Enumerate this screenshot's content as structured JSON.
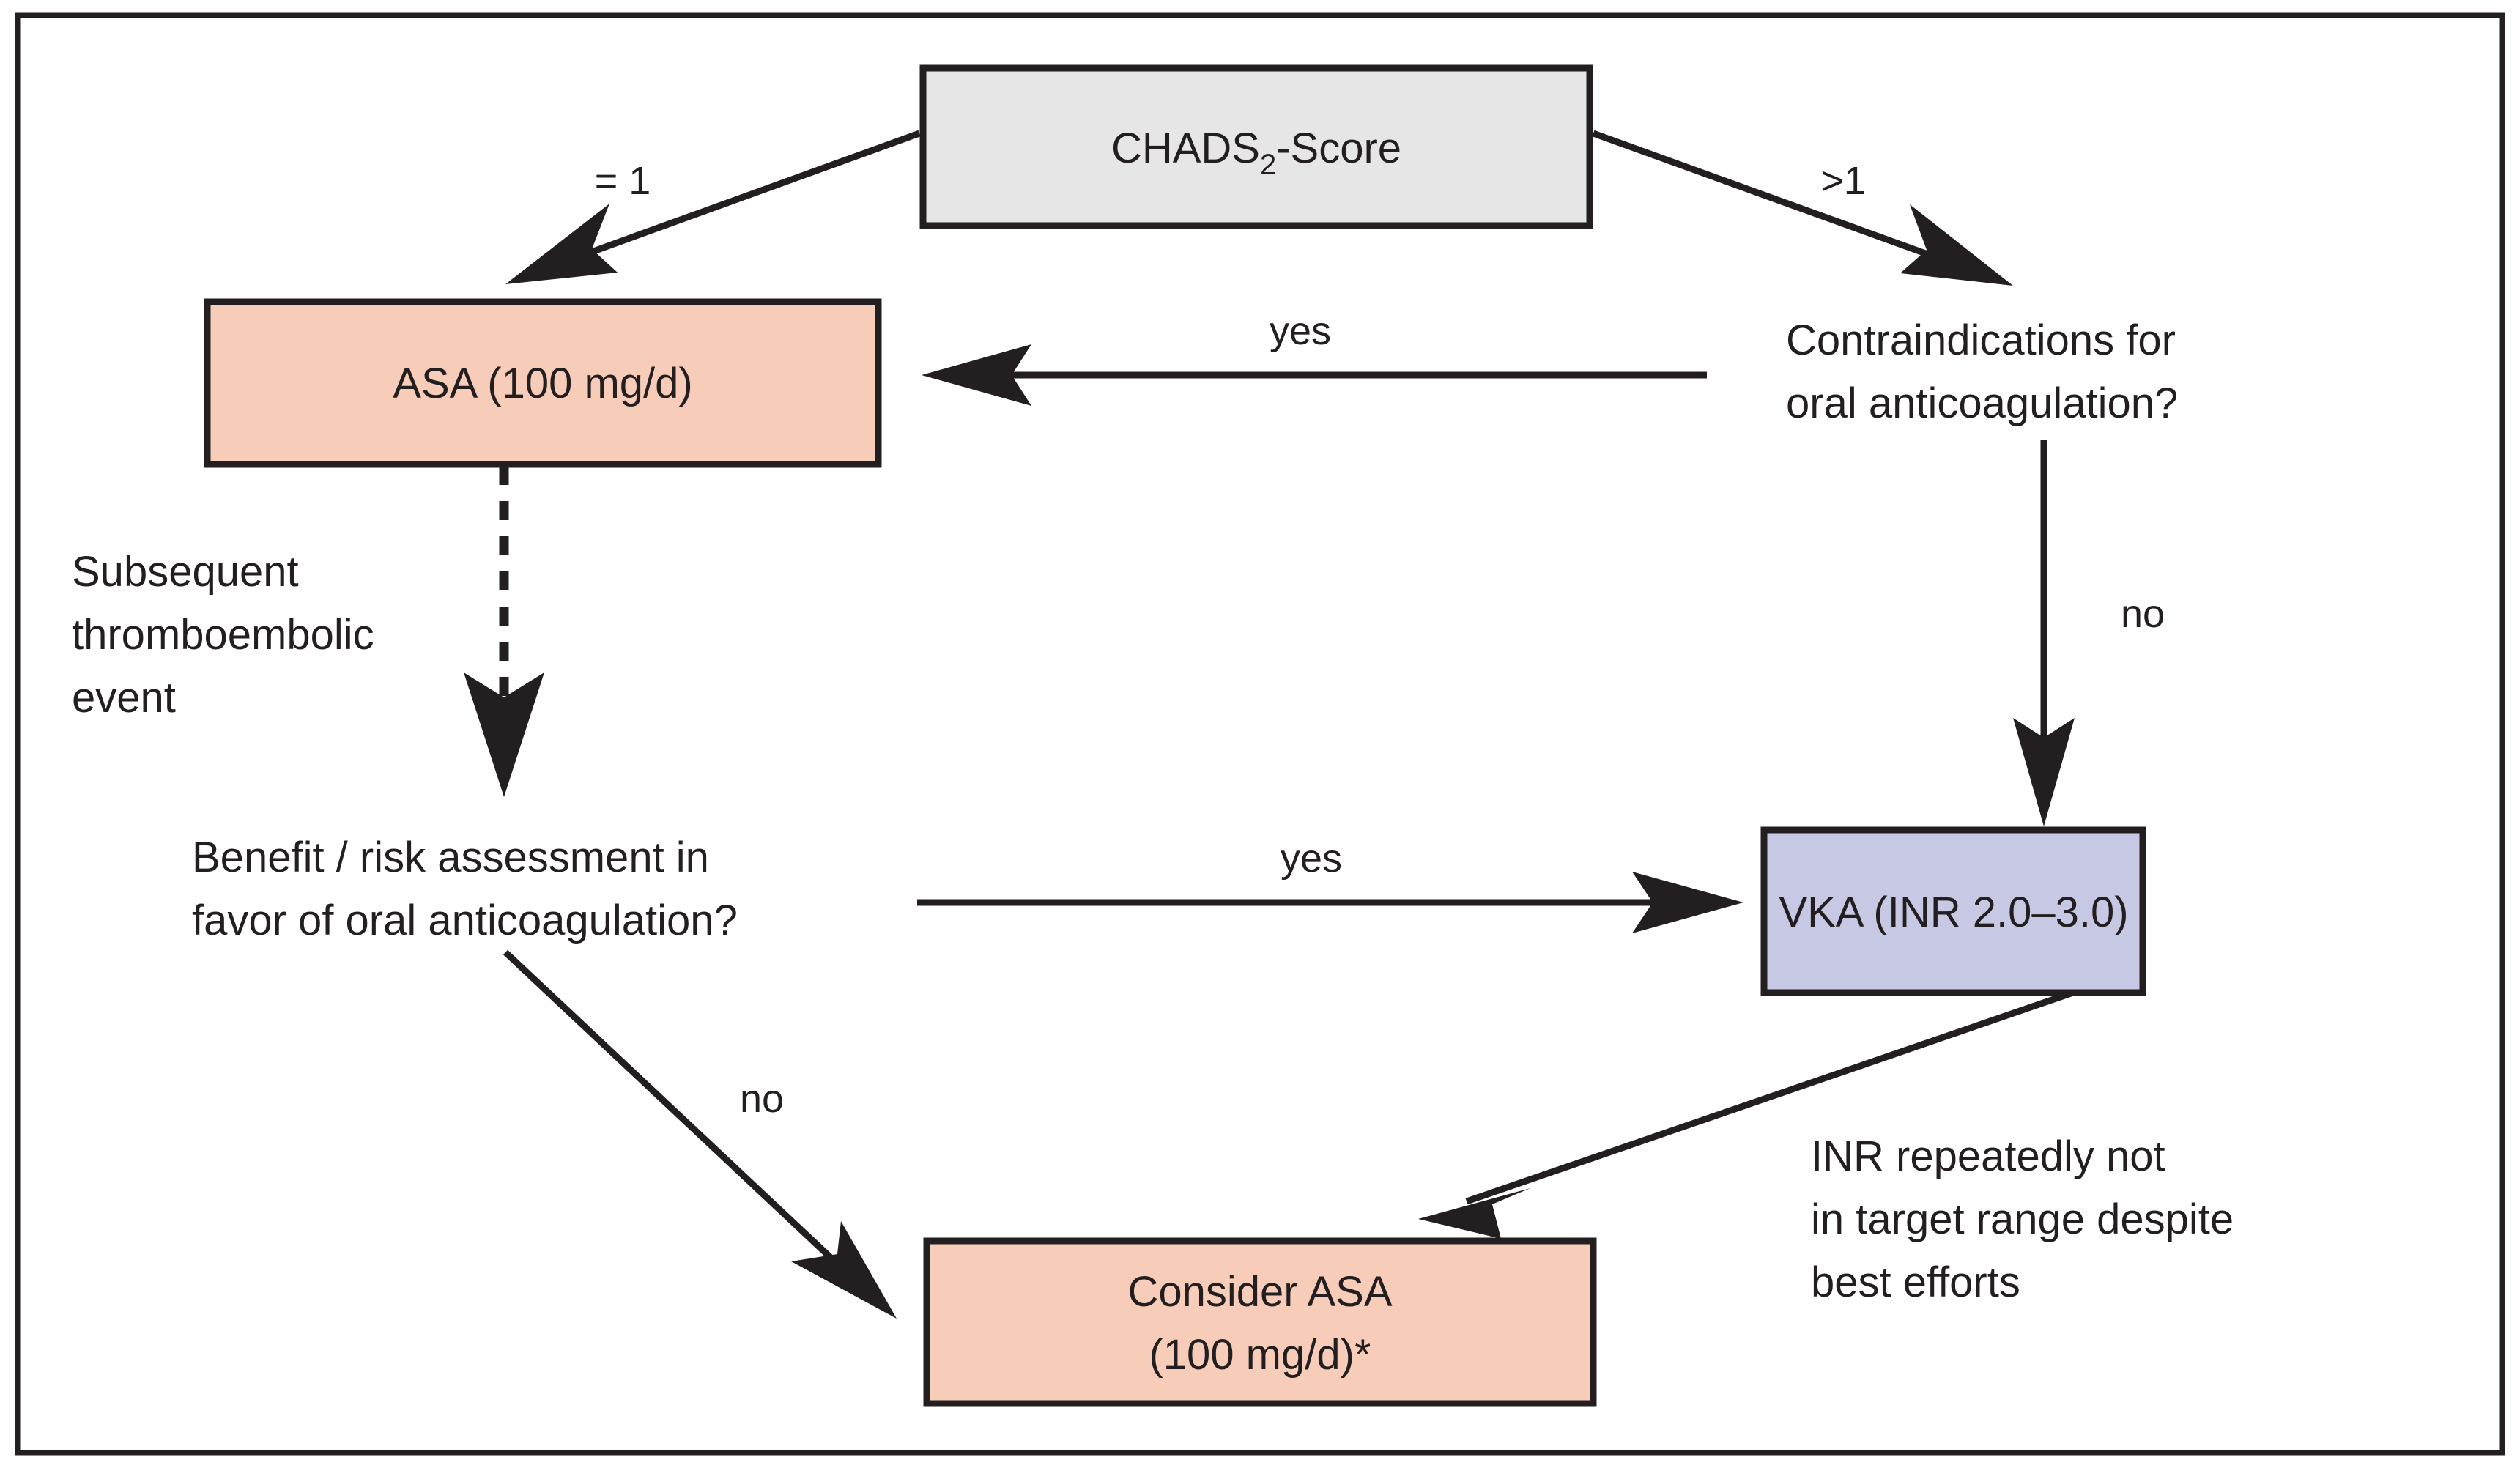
{
  "figure": {
    "type": "flowchart",
    "title": "CHADS2-Score anticoagulation decision flowchart",
    "frame_color": "#231f20",
    "background": "#ffffff"
  },
  "colors": {
    "gray_node": "#e6e6e6",
    "salmon_node": "#f7cdba",
    "lavender_node": "#c7c8e3",
    "ink": "#231f20"
  },
  "nodes": {
    "chads": {
      "label": "CHADS",
      "subscript": "2",
      "label_tail": "-Score",
      "fill": "#e6e6e6"
    },
    "asa": {
      "label": "ASA (100 mg/d)",
      "fill": "#f7cdba"
    },
    "vka": {
      "label": "VKA (INR 2.0–3.0)",
      "fill": "#c7c8e3"
    },
    "consider_asa": {
      "line1": "Consider ASA",
      "line2": "(100 mg/d)*",
      "fill": "#f7cdba"
    },
    "contraindications": {
      "line1": "Contraindications for",
      "line2": "oral anticoagulation?"
    },
    "benefit_risk": {
      "line1": "Benefit / risk assessment in",
      "line2": "favor of oral anticoagulation?"
    }
  },
  "annotations": {
    "subsequent_event": {
      "line1": "Subsequent",
      "line2": "thromboembolic",
      "line3": "event"
    },
    "inr_note": {
      "line1": "INR repeatedly not",
      "line2": "in target range despite",
      "line3": "best efforts"
    }
  },
  "edge_labels": {
    "score_eq_1": "= 1",
    "score_gt_1": ">1",
    "contra_yes": "yes",
    "contra_no": "no",
    "benefit_yes": "yes",
    "benefit_no": "no"
  }
}
